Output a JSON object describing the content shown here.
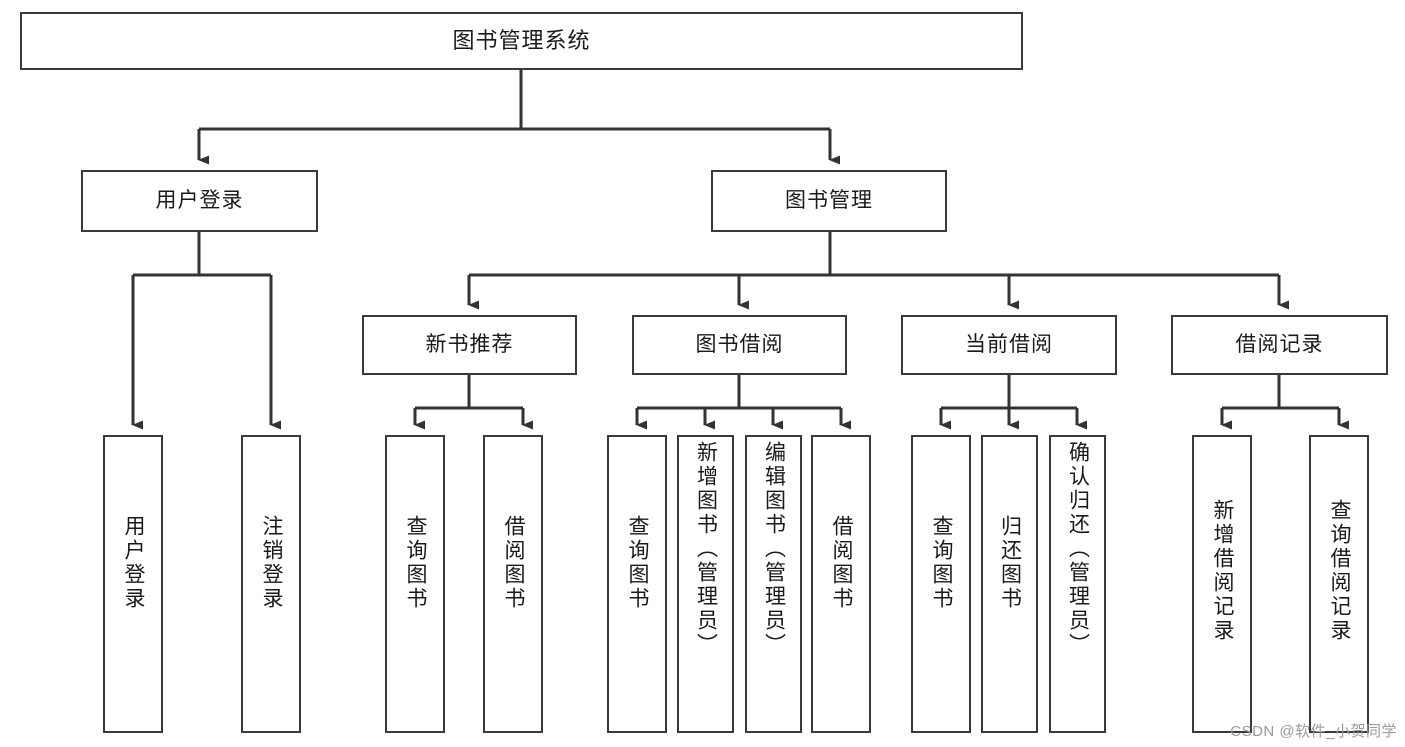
{
  "diagram": {
    "title": "图书管理系统",
    "type": "hierarchy-tree",
    "root": {
      "label": "图书管理系统"
    },
    "level2": [
      {
        "label": "用户登录"
      },
      {
        "label": "图书管理"
      }
    ],
    "level3": [
      {
        "label": "新书推荐"
      },
      {
        "label": "图书借阅"
      },
      {
        "label": "当前借阅"
      },
      {
        "label": "借阅记录"
      }
    ],
    "leaves": [
      {
        "label": "用户登录"
      },
      {
        "label": "注销登录"
      },
      {
        "label": "查询图书"
      },
      {
        "label": "借阅图书"
      },
      {
        "label": "查询图书"
      },
      {
        "label": "新增图书（管理员）"
      },
      {
        "label": "编辑图书（管理员）"
      },
      {
        "label": "借阅图书"
      },
      {
        "label": "查询图书"
      },
      {
        "label": "归还图书"
      },
      {
        "label": "确认归还（管理员）"
      },
      {
        "label": "新增借阅记录"
      },
      {
        "label": "查询借阅记录"
      }
    ],
    "colors": {
      "box_border": "#3a3a3a",
      "box_fill": "#ffffff",
      "edge": "#333333",
      "text": "#1a1a1a",
      "watermark": "#9a9a9a"
    }
  },
  "watermark": {
    "text": "CSDN @软件_小贺同学"
  }
}
